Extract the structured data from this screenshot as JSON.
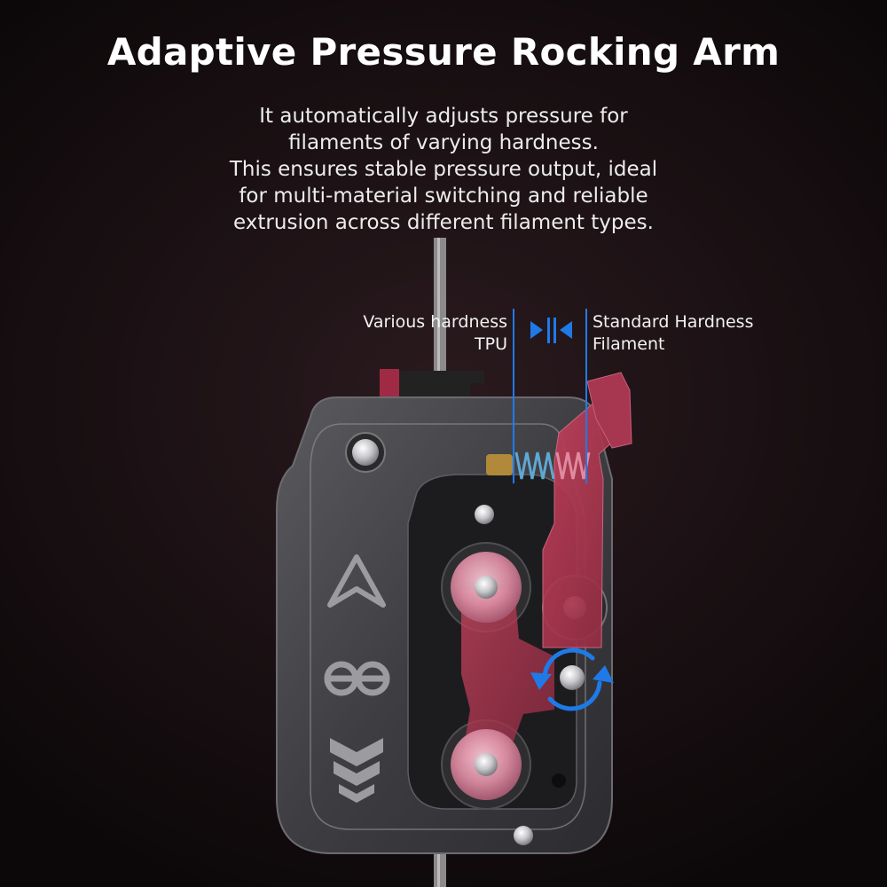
{
  "title": "Adaptive Pressure Rocking Arm",
  "description": [
    "It automatically adjusts pressure for",
    "filaments of varying hardness.",
    "This ensures stable pressure output, ideal",
    "for multi-material switching and reliable",
    "extrusion across different filament types."
  ],
  "labels": {
    "left": [
      "Various hardness",
      "TPU"
    ],
    "right": [
      "Standard Hardness",
      "Filament"
    ]
  },
  "colors": {
    "accent_blue": "#1f7ae8",
    "arm_red": "#b0344f",
    "body_gray": "#4a4a4e"
  },
  "icons": [
    "compress-arrows-icon",
    "rotate-arrows-icon",
    "triangle-logo-icon",
    "ae-logo-icon",
    "chevron-logo-icon"
  ]
}
